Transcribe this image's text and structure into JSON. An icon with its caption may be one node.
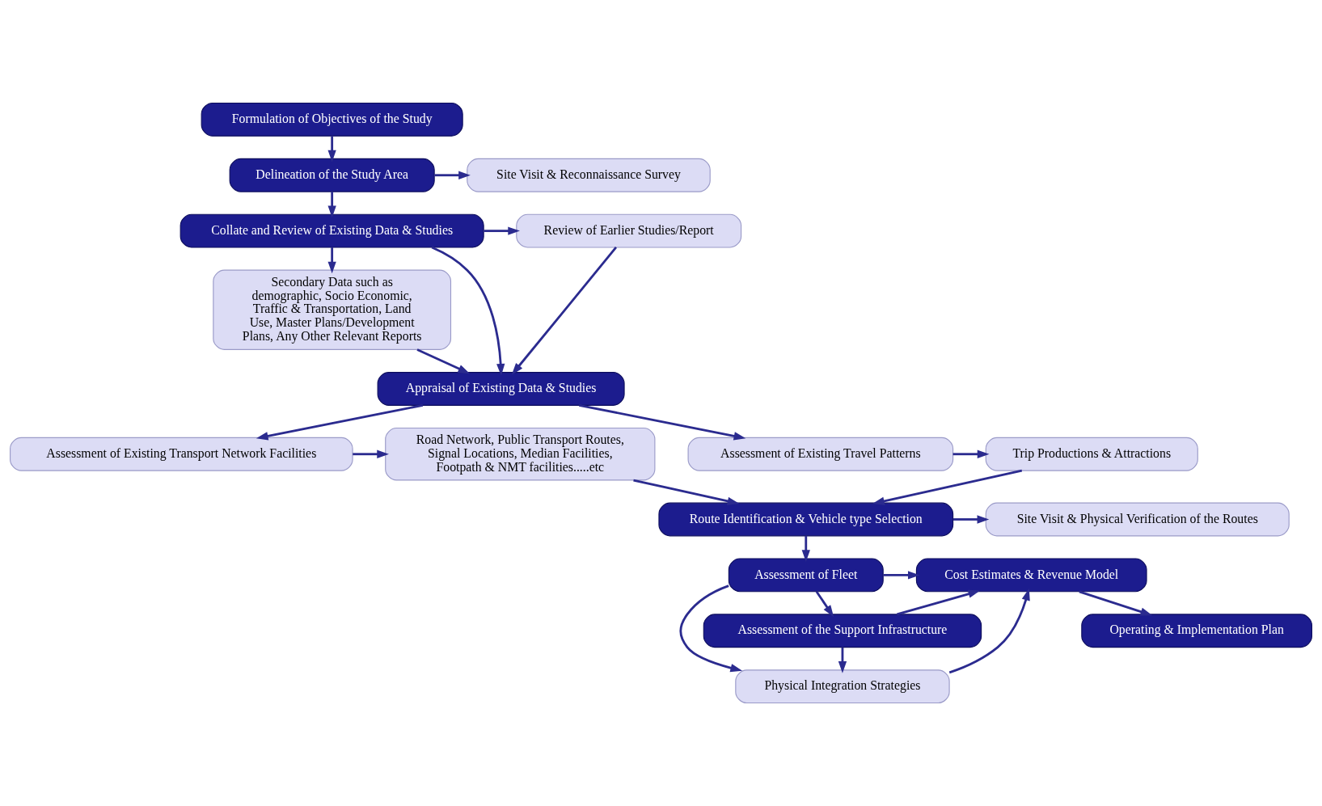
{
  "diagram": {
    "nodes": [
      {
        "text": [
          "Formulation of Objectives of the Study"
        ]
      },
      {
        "text": [
          "Delineation of the Study Area"
        ]
      },
      {
        "text": [
          "Site Visit & Reconnaissance Survey"
        ]
      },
      {
        "text": [
          "Collate and Review of Existing Data & Studies"
        ]
      },
      {
        "text": [
          "Review of Earlier Studies/Report"
        ]
      },
      {
        "text": [
          "Secondary Data such as demographic, Socio Economic, Traffic & Transportation, Land Use, Master Plans/Development Plans, Any Other Relevant Reports"
        ]
      },
      {
        "text": [
          "Appraisal of Existing Data & Studies"
        ]
      },
      {
        "text": [
          "Assessment of Existing Transport Network Facilities"
        ]
      },
      {
        "text": [
          "Road Network, Public Transport Routes, Signal Locations, Median Facilities, Footpath & NMT facilities.....etc"
        ]
      },
      {
        "text": [
          "Assessment of Existing Travel Patterns"
        ]
      },
      {
        "text": [
          "Trip Productions & Attractions"
        ]
      },
      {
        "text": [
          "Route Identification & Vehicle type Selection"
        ]
      },
      {
        "text": [
          "Site Visit & Physical Verification of the Routes"
        ]
      },
      {
        "text": [
          "Assessment of Fleet"
        ]
      },
      {
        "text": [
          "Assessment of the Support Infrastructure"
        ]
      },
      {
        "text": [
          "Physical Integration Strategies"
        ]
      },
      {
        "text": [
          "Cost Estimates & Revenue Model"
        ]
      },
      {
        "text": [
          "Operating & Implementation Plan"
        ]
      }
    ],
    "edges": [
      {
        "from": 0,
        "to": 1,
        "arrow": "to"
      },
      {
        "from": 1,
        "to": 2,
        "arrow": "to"
      },
      {
        "from": 1,
        "to": 3,
        "arrow": "to"
      },
      {
        "from": 3,
        "to": 4,
        "arrow": "to"
      },
      {
        "from": 3,
        "to": 5,
        "arrow": "to"
      },
      {
        "from": 3,
        "to": 6,
        "arrow": "to"
      },
      {
        "from": 4,
        "to": 6,
        "arrow": "to"
      },
      {
        "from": 5,
        "to": 6,
        "arrow": "to"
      },
      {
        "from": 6,
        "to": 7,
        "arrow": "to"
      },
      {
        "from": 6,
        "to": 9,
        "arrow": "to"
      },
      {
        "from": 7,
        "to": 8,
        "arrow": "to"
      },
      {
        "from": 9,
        "to": 10,
        "arrow": "to"
      },
      {
        "from": 8,
        "to": 11,
        "arrow": "to"
      },
      {
        "from": 10,
        "to": 11,
        "arrow": "to"
      },
      {
        "from": 11,
        "to": 12,
        "arrow": "to"
      },
      {
        "from": 11,
        "to": 13,
        "arrow": "to"
      },
      {
        "from": 13,
        "to": 14,
        "arrow": "to"
      },
      {
        "from": 13,
        "to": 15,
        "arrow": "to"
      },
      {
        "from": 14,
        "to": 15,
        "arrow": "to"
      },
      {
        "from": 13,
        "to": 16,
        "arrow": "to"
      },
      {
        "from": 14,
        "to": 16,
        "arrow": "to"
      },
      {
        "from": 15,
        "to": 16,
        "arrow": "to"
      },
      {
        "from": 16,
        "to": 17,
        "arrow": "to"
      }
    ]
  }
}
